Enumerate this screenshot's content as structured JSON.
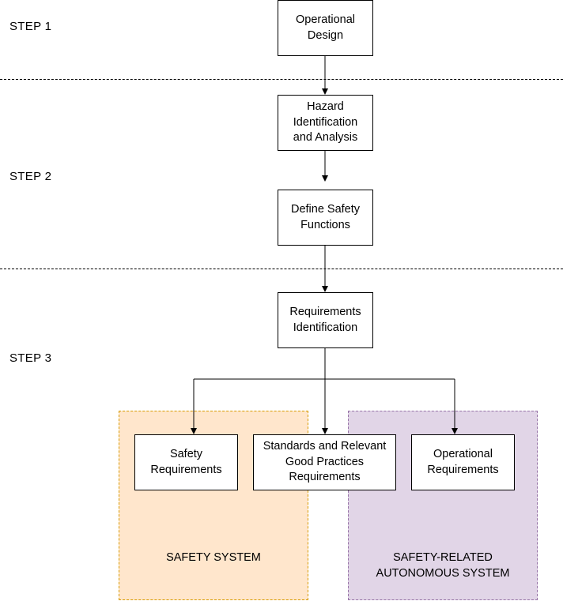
{
  "steps": {
    "step1": "STEP 1",
    "step2": "STEP 2",
    "step3": "STEP 3"
  },
  "nodes": {
    "operational_design": "Operational\nDesign",
    "hazard_identification": "Hazard\nIdentification\nand Analysis",
    "define_safety_functions": "Define Safety\nFunctions",
    "requirements_identification": "Requirements\nIdentification",
    "safety_requirements": "Safety\nRequirements",
    "standards_requirements": "Standards and Relevant\nGood Practices\nRequirements",
    "operational_requirements": "Operational\nRequirements"
  },
  "regions": {
    "safety_system": "SAFETY SYSTEM",
    "autonomous_system": "SAFETY-RELATED\nAUTONOMOUS SYSTEM"
  },
  "colors": {
    "safety_system_fill": "#ffe6cc",
    "safety_system_border": "#d79b00",
    "autonomous_system_fill": "#e1d5e7",
    "autonomous_system_border": "#9673a6"
  }
}
